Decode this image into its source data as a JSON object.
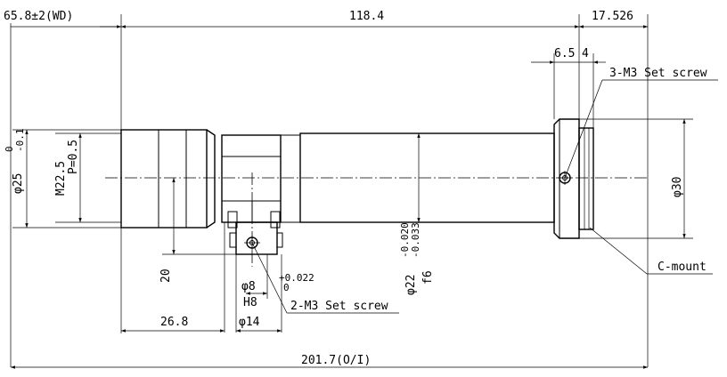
{
  "dimensions": {
    "working_distance": "65.8±2(WD)",
    "body_length": "118.4",
    "mount_length": "17.526",
    "set_screw_offset_a": "6.5",
    "set_screw_offset_b": "4",
    "front_diameter": "φ25",
    "front_tol_upper": "0",
    "front_tol_lower": "-0.1",
    "thread": "M22.5",
    "thread_pitch": "P=0.5",
    "clamp_height": "20",
    "pin_diameter": "φ8",
    "pin_fit": "H8",
    "pin_tol_upper": "+0.022",
    "pin_tol_lower": "0",
    "clamp_width": "φ14",
    "clamp_offset": "26.8",
    "tube_diameter": "φ22",
    "tube_tol_upper": "-0.020",
    "tube_tol_lower": "-0.033",
    "tube_fit": "f6",
    "mount_diameter": "φ30",
    "total_length": "201.7(O/I)"
  },
  "callouts": {
    "top_set_screw": "3-M3 Set screw",
    "bottom_set_screw": "2-M3 Set screw",
    "c_mount": "C-mount"
  }
}
